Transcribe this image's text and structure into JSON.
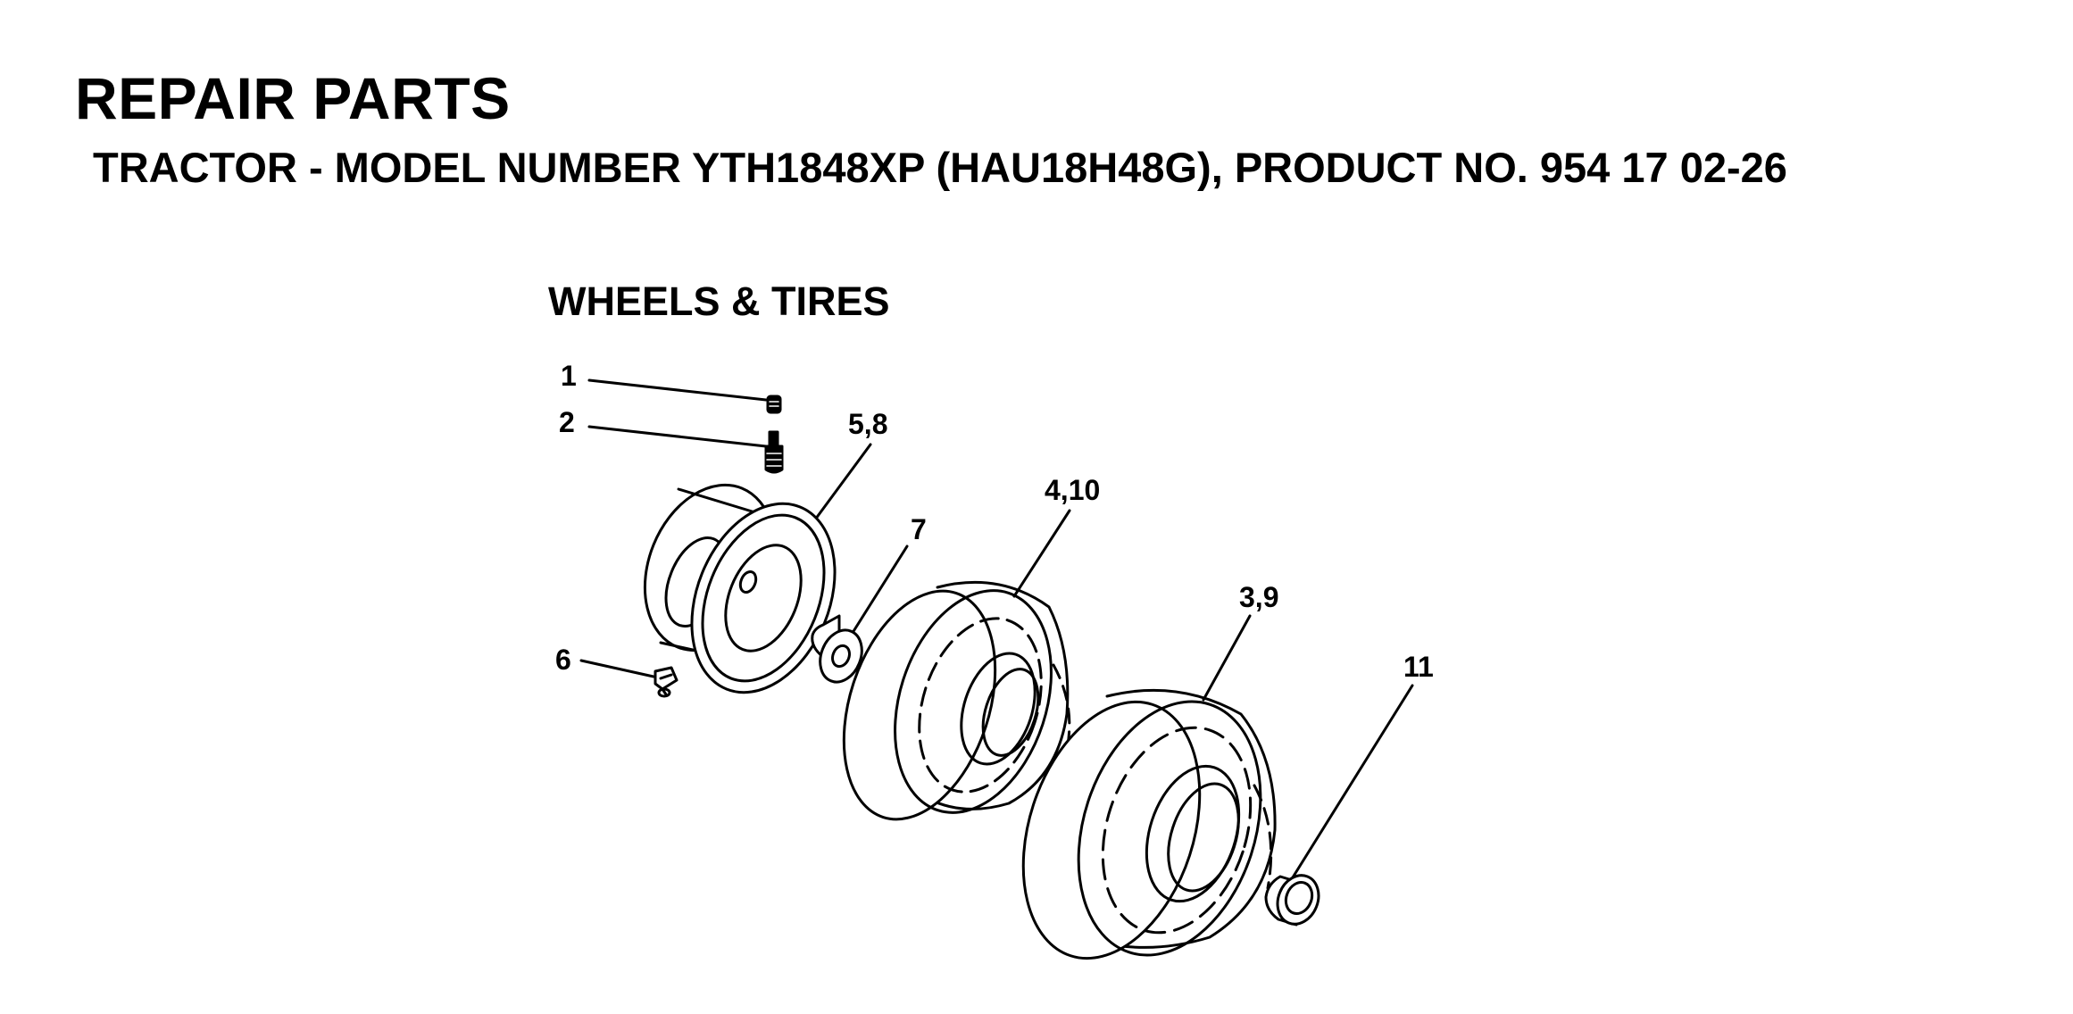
{
  "header": {
    "title": "REPAIR PARTS",
    "subtitle": "TRACTOR - MODEL NUMBER YTH1848XP (HAU18H48G), PRODUCT NO. 954 17 02-26"
  },
  "section": {
    "title": "WHEELS & TIRES"
  },
  "callouts": {
    "c1": "1",
    "c2": "2",
    "c58": "5,8",
    "c7": "7",
    "c410": "4,10",
    "c39": "3,9",
    "c6": "6",
    "c11": "11"
  }
}
